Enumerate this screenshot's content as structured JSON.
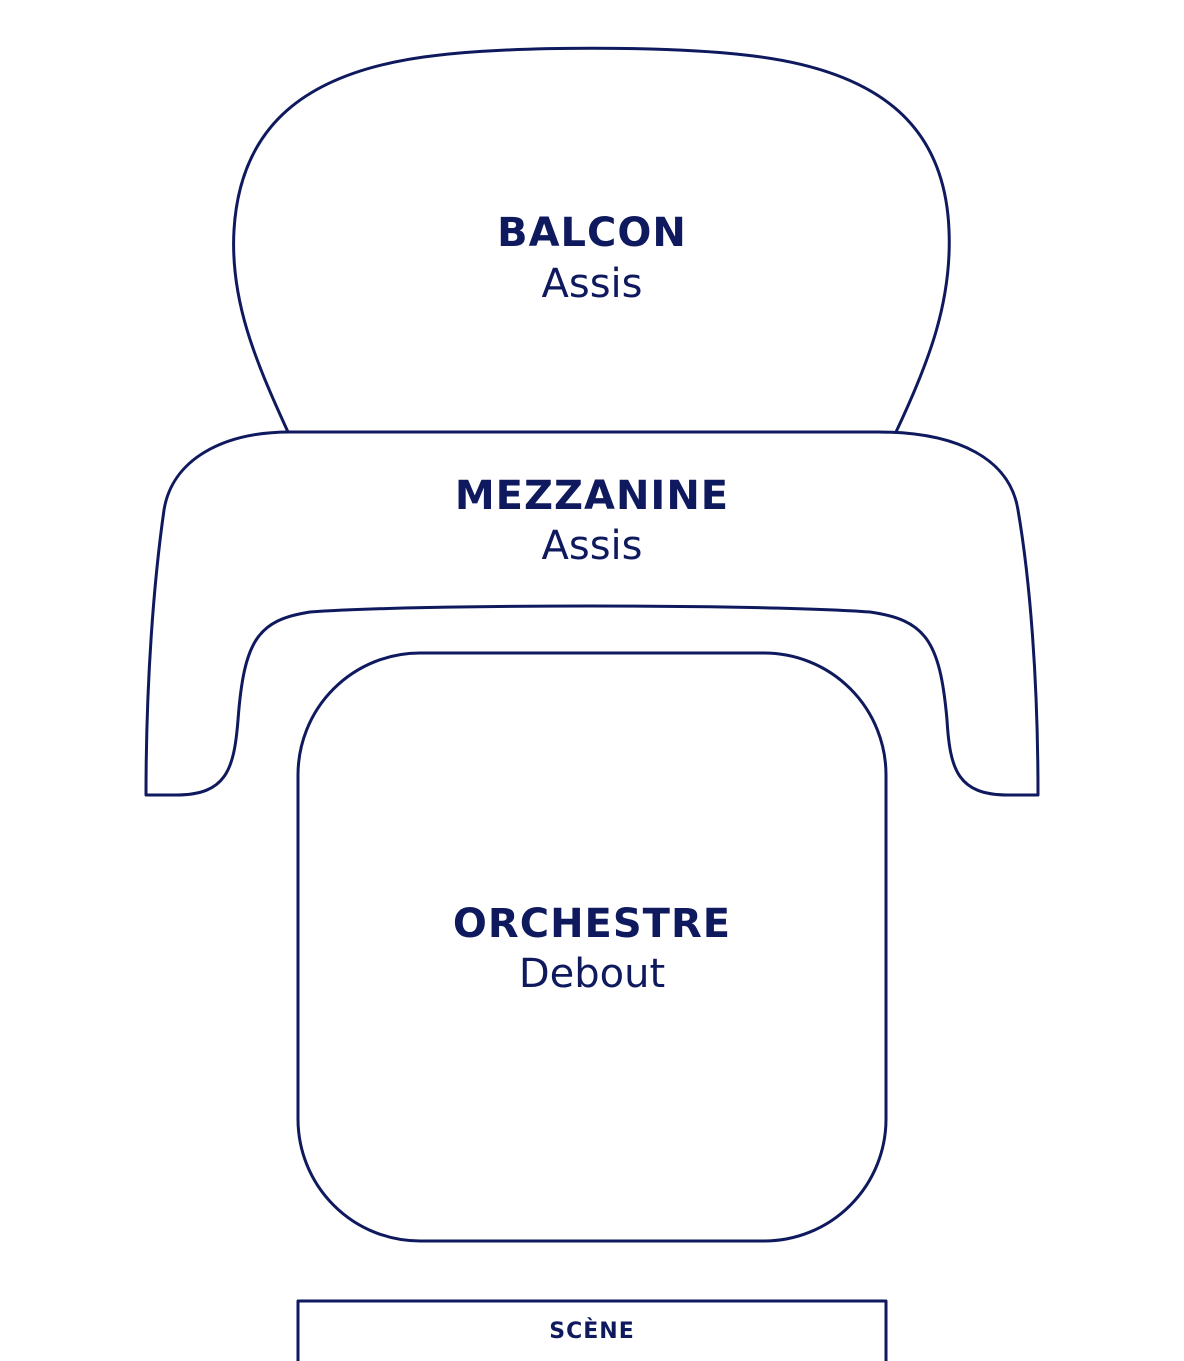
{
  "colors": {
    "outline": "#0f1a5e",
    "text": "#0f1a5e",
    "background": "#ffffff"
  },
  "sections": {
    "balcon": {
      "name": "BALCON",
      "kind": "Assis"
    },
    "mezzanine": {
      "name": "MEZZANINE",
      "kind": "Assis"
    },
    "orchestre": {
      "name": "ORCHESTRE",
      "kind": "Debout"
    }
  },
  "stage": {
    "label": "SCÈNE"
  }
}
